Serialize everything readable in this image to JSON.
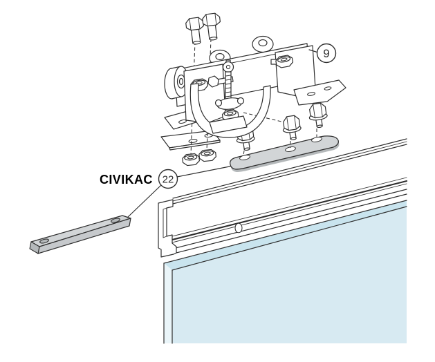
{
  "diagram": {
    "label": "CIVIKAC",
    "callouts": [
      {
        "number": "9"
      },
      {
        "number": "22"
      }
    ],
    "colors": {
      "background": "#ffffff",
      "line": "#2e2e2e",
      "part_fill": "#ffffff",
      "gray_part": "#d2d5d7",
      "gray_part_mid": "#c6c9cc",
      "gray_part_dark": "#b4b8ba",
      "glass": "#d7eaf2",
      "glass_bevel": "#c9e4ee",
      "glass_side": "#eaf5f9"
    }
  }
}
